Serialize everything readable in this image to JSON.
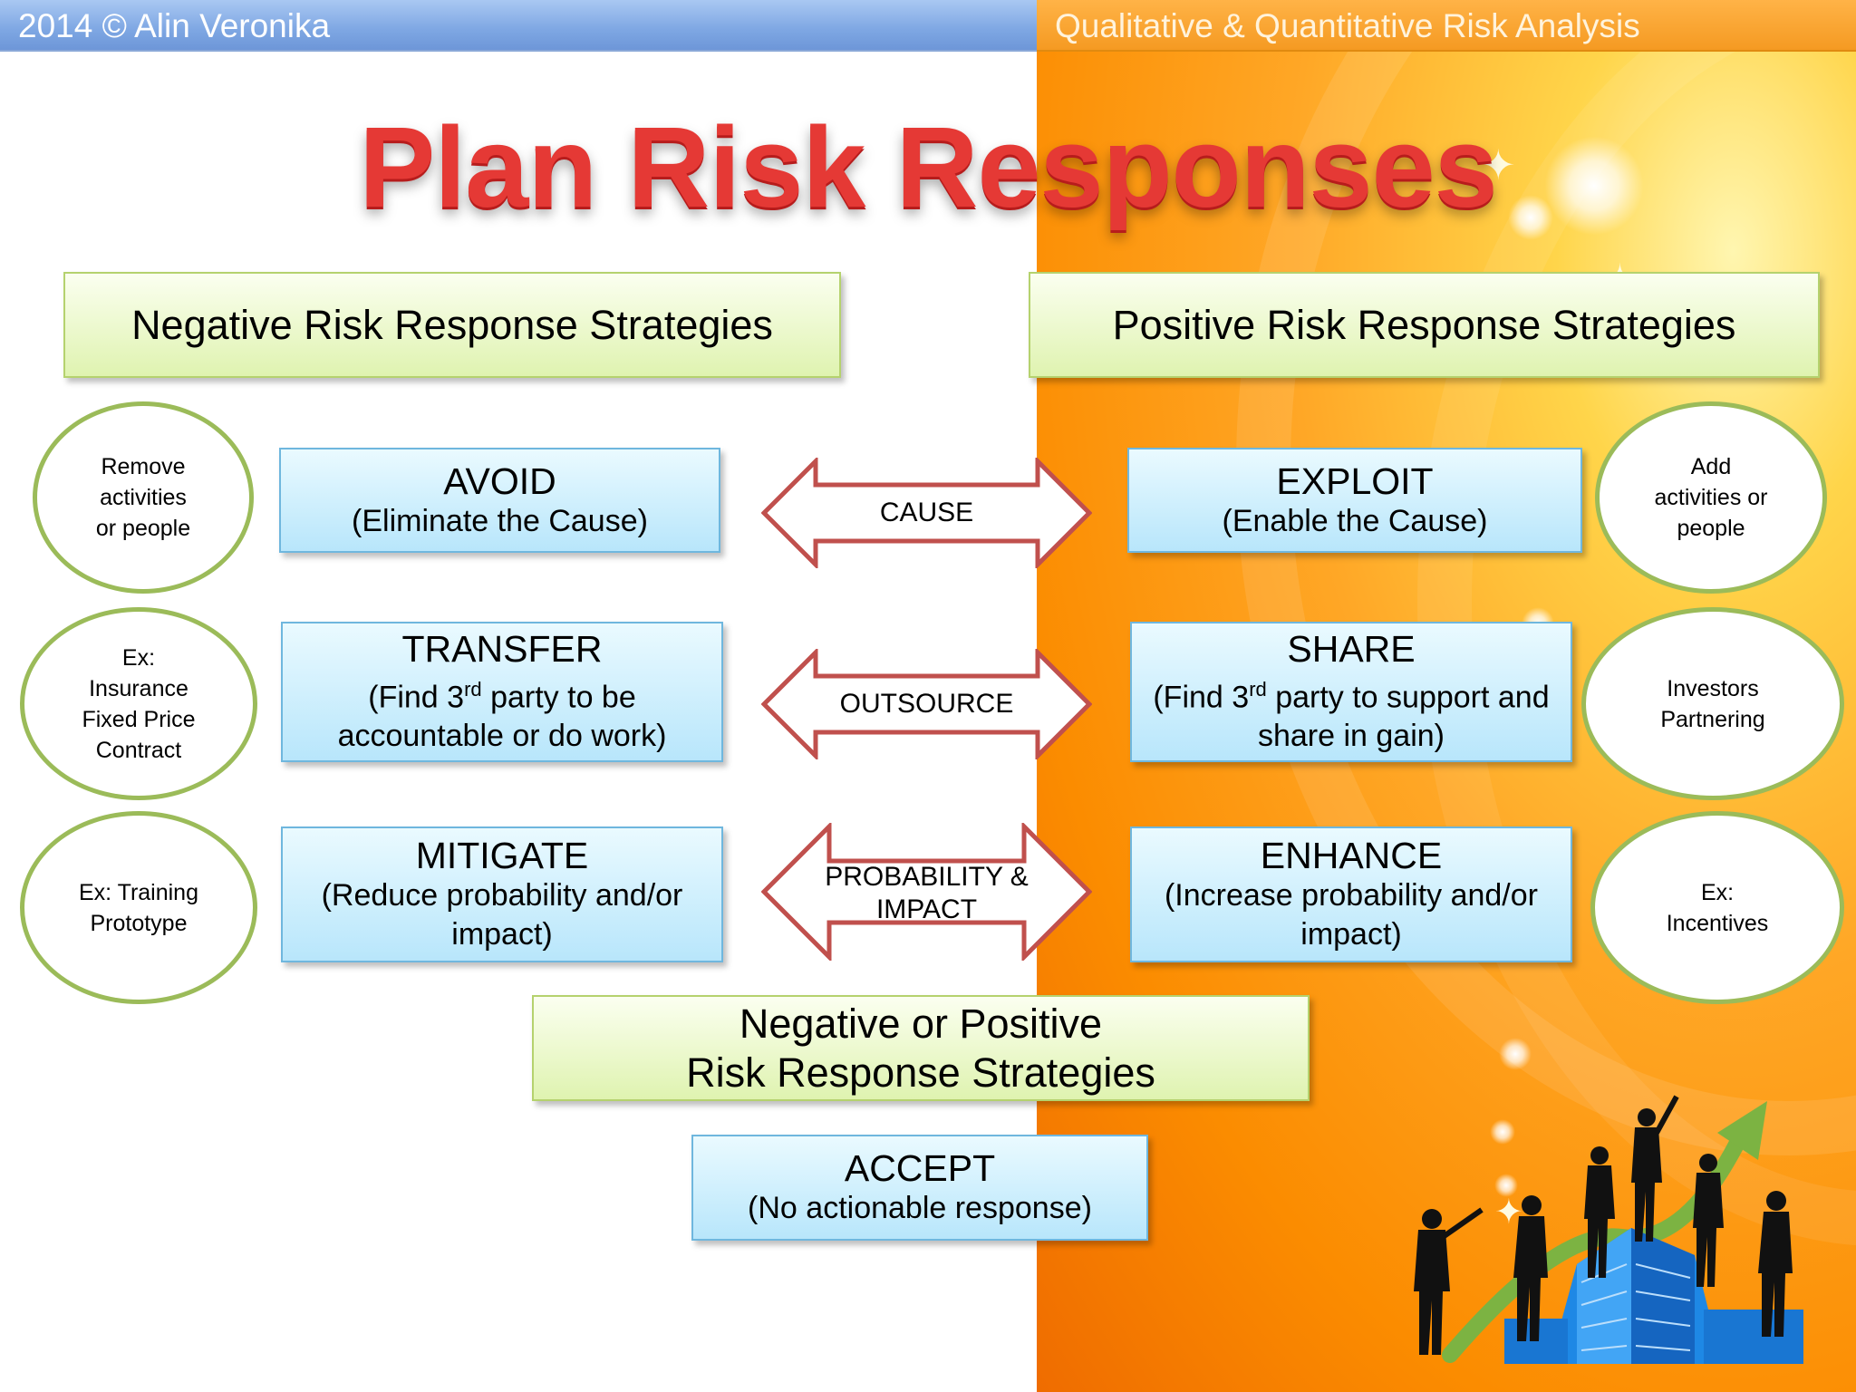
{
  "header": {
    "left_text": "2014 © Alin Veronika",
    "right_text": "Qualitative & Quantitative Risk Analysis"
  },
  "title": "Plan Risk Responses",
  "negative_heading": "Negative Risk Response Strategies",
  "positive_heading": "Positive Risk Response Strategies",
  "negative_strategies": [
    {
      "name": "AVOID",
      "desc": "(Eliminate the Cause)",
      "example": "Remove\nactivities\nor people"
    },
    {
      "name": "TRANSFER",
      "desc_pre": "(Find 3",
      "desc_sup": "rd",
      "desc_post": " party to be",
      "desc2": "accountable or do work)",
      "example": "Ex:\nInsurance\nFixed Price\nContract"
    },
    {
      "name": "MITIGATE",
      "desc": "(Reduce probability and/or",
      "desc2": "impact)",
      "example": "Ex: Training\nPrototype"
    }
  ],
  "positive_strategies": [
    {
      "name": "EXPLOIT",
      "desc": "(Enable the Cause)",
      "example": "Add\nactivities or\npeople"
    },
    {
      "name": "SHARE",
      "desc_pre": "(Find 3",
      "desc_sup": "rd",
      "desc_post": " party to support and",
      "desc2": "share in gain)",
      "example": "Investors\nPartnering"
    },
    {
      "name": "ENHANCE",
      "desc": "(Increase probability and/or",
      "desc2": "impact)",
      "example": "Ex:\nIncentives"
    }
  ],
  "arrows": [
    "CAUSE",
    "OUTSOURCE",
    "PROBABILITY &\nIMPACT"
  ],
  "both_heading": [
    "Negative  or Positive",
    "Risk Response Strategies"
  ],
  "accept": {
    "name": "ACCEPT",
    "desc": "(No actionable response)"
  },
  "colors": {
    "title": "#e53935",
    "green_box": "#dff3b0",
    "blue_box": "#b8e6fb",
    "arrow_stroke": "#c0504d",
    "oval_border": "#9bbb59",
    "orange_bg": "#fb8c00"
  }
}
